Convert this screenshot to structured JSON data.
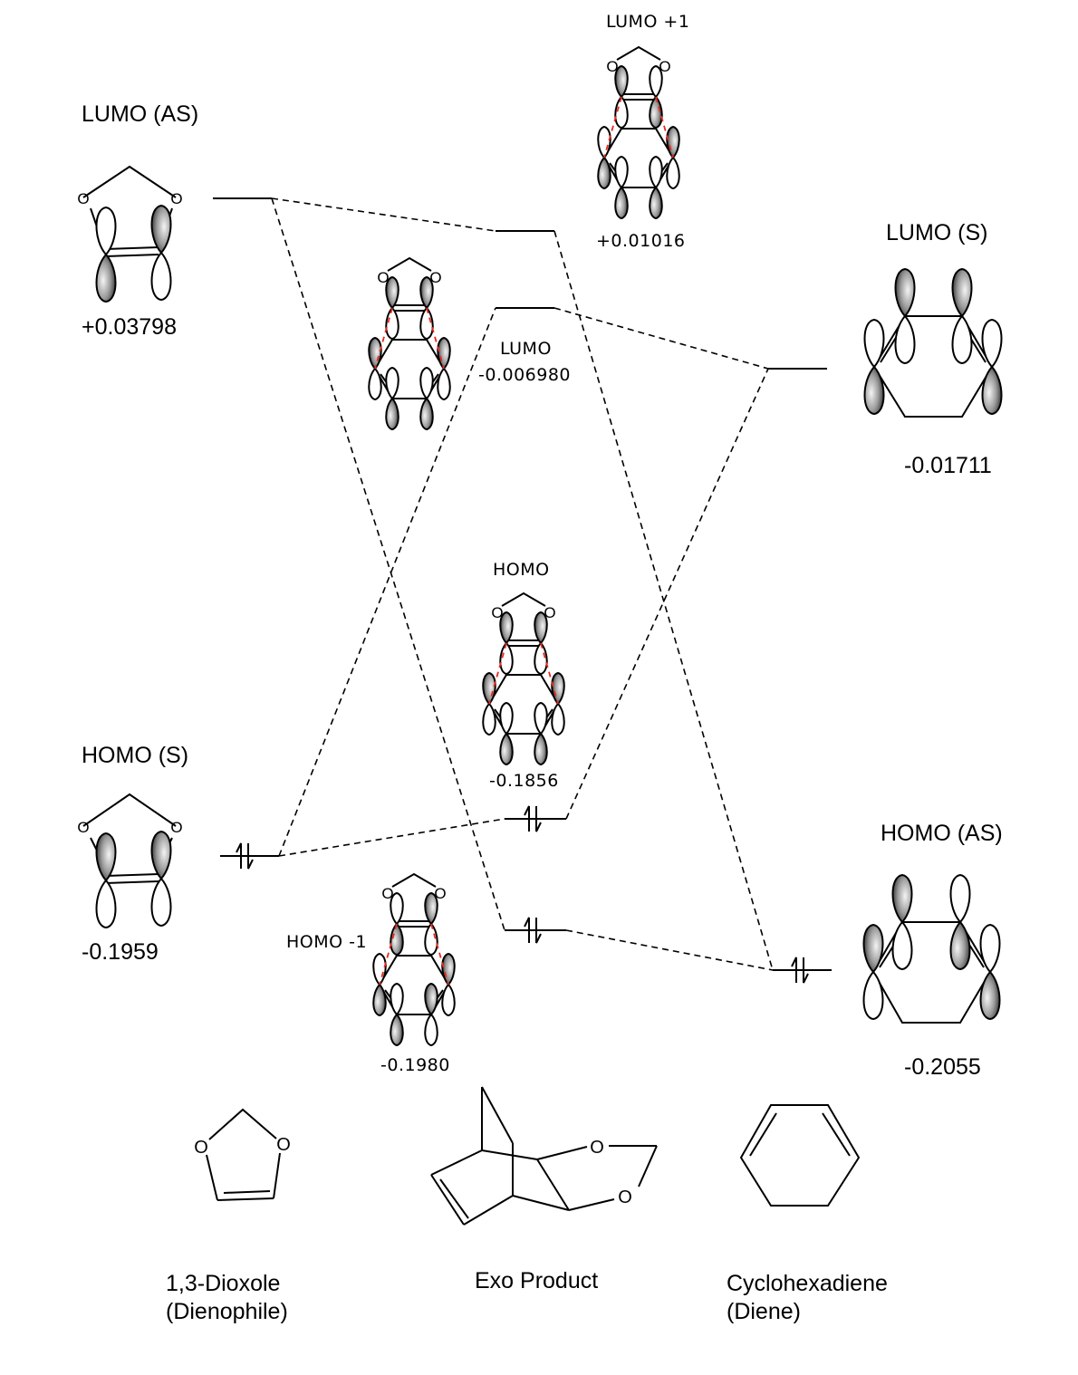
{
  "diagram": {
    "type": "molecular-orbital-correlation-diagram",
    "reactants": {
      "dienophile": {
        "name": "1,3-Dioxole",
        "role": "(Dienophile)",
        "orbitals": {
          "lumo": {
            "label": "LUMO (AS)",
            "energy": "+0.03798",
            "energy_value": 0.03798,
            "symmetry": "antisymmetric"
          },
          "homo": {
            "label": "HOMO (S)",
            "energy": "-0.1959",
            "energy_value": -0.1959,
            "symmetry": "symmetric",
            "occupancy": 2
          }
        }
      },
      "diene": {
        "name": "Cyclohexadiene",
        "role": "(Diene)",
        "orbitals": {
          "lumo": {
            "label": "LUMO (S)",
            "energy": "-0.01711",
            "energy_value": -0.01711,
            "symmetry": "symmetric"
          },
          "homo": {
            "label": "HOMO (AS)",
            "energy": "-0.2055",
            "energy_value": -0.2055,
            "symmetry": "antisymmetric",
            "occupancy": 2
          }
        }
      }
    },
    "product": {
      "name": "Exo Product",
      "orbitals": {
        "lumo_plus_1": {
          "label": "LUMO +1",
          "energy": "+0.01016",
          "energy_value": 0.01016
        },
        "lumo": {
          "label": "LUMO",
          "energy": "-0.006980",
          "energy_value": -0.00698
        },
        "homo": {
          "label": "HOMO",
          "energy": "-0.1856",
          "energy_value": -0.1856,
          "occupancy": 2
        },
        "homo_minus_1": {
          "label": "HOMO -1",
          "energy": "-0.1980",
          "energy_value": -0.198,
          "occupancy": 2
        }
      }
    },
    "correlations": [
      {
        "from": "dienophile.lumo",
        "to": "product.lumo_plus_1"
      },
      {
        "from": "dienophile.lumo",
        "to": "product.homo_minus_1"
      },
      {
        "from": "dienophile.homo",
        "to": "product.lumo"
      },
      {
        "from": "dienophile.homo",
        "to": "product.homo"
      },
      {
        "from": "diene.lumo",
        "to": "product.lumo"
      },
      {
        "from": "diene.lumo",
        "to": "product.homo"
      },
      {
        "from": "diene.homo",
        "to": "product.lumo_plus_1"
      },
      {
        "from": "diene.homo",
        "to": "product.homo_minus_1"
      }
    ],
    "colors": {
      "line": "#000000",
      "interaction_dash": "#e8291c",
      "lobe_shade_dark": "#3a3a3a",
      "lobe_shade_light": "#f4f4f4"
    }
  }
}
